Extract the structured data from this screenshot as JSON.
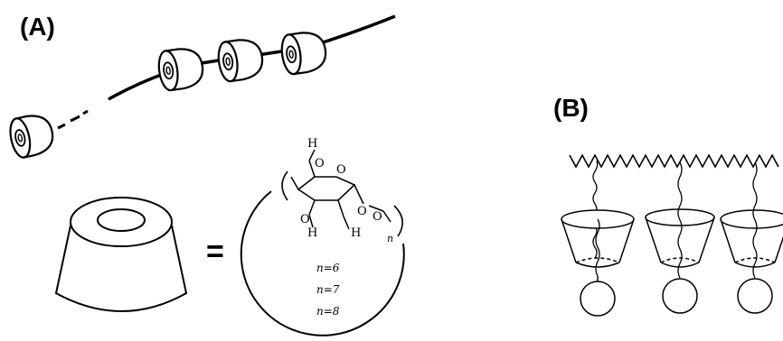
{
  "panels": {
    "a_label": "(A)",
    "b_label": "(B)"
  },
  "glucose_unit": {
    "atom_h_top": "H",
    "atom_o_top": "O",
    "atom_o_ring": "O",
    "atom_o_left": "O",
    "atom_h_left": "H",
    "atom_o_right": "O",
    "atom_h_right": "H",
    "atom_o_link": "O",
    "subscript_n": "n"
  },
  "ring_sizes": [
    "n=6",
    "n=7",
    "n=8"
  ],
  "equals_sign": "="
}
